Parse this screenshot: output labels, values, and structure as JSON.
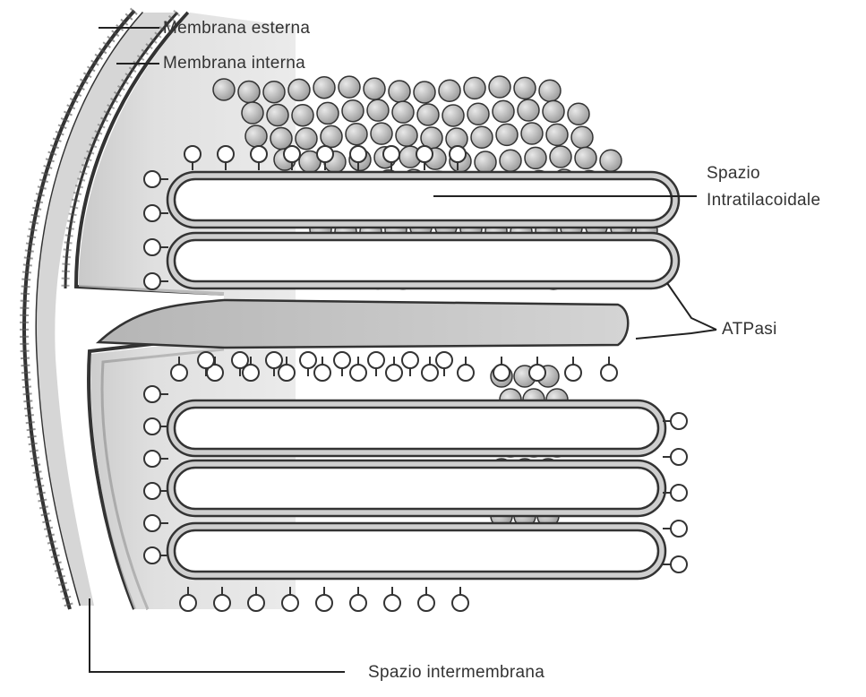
{
  "labels": {
    "membrana_esterna": "Membrana esterna",
    "membrana_interna": "Membrana interna",
    "spazio_intratilacoidale_line1": "Spazio",
    "spazio_intratilacoidale_line2": "Intratilacoidale",
    "atpasi": "ATPasi",
    "spazio_intermembrana": "Spazio intermembrana"
  },
  "colors": {
    "background": "#ffffff",
    "ink": "#333333",
    "stroma_fill": "#c9c9c9",
    "knob_fill": "#bdbdbd",
    "lumen_fill": "#ffffff"
  }
}
